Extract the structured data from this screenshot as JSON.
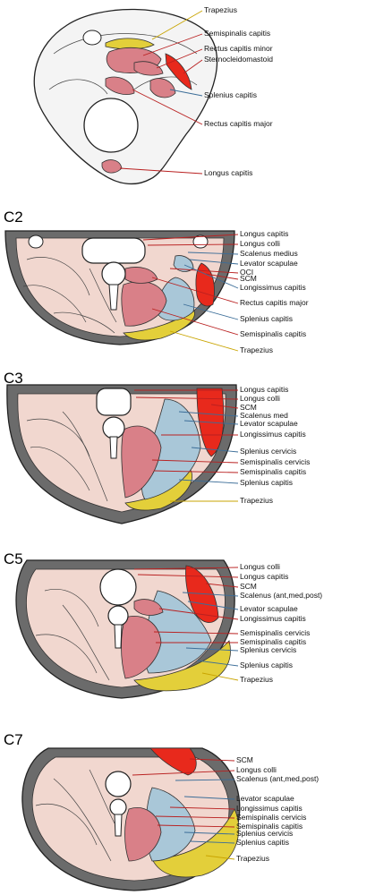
{
  "colors": {
    "trapezius": "#e3cf3a",
    "scm": "#e8291c",
    "splenius": "#a9c7d8",
    "semispinalis": "#d98088",
    "deep": "#f1d7cf",
    "skin": "#6b6b6b",
    "bone": "#ffffff",
    "lead_red": "#b92020",
    "lead_yellow": "#c9a400",
    "lead_blue": "#3b6d98"
  },
  "sections": [
    {
      "id": "skull",
      "title": "",
      "labels": [
        "Trapezius",
        "Semispinalis capitis",
        "Rectus capitis minor",
        "Sternocleidomastoid",
        "Splenius capitis",
        "Rectus capitis major",
        "Longus capitis"
      ]
    },
    {
      "id": "c2",
      "title": "C2",
      "labels": [
        "Longus capitis",
        "Longus colli",
        "Scalenus medius",
        "Levator scapulae",
        "OCI",
        "SCM",
        "Longissimus capitis",
        "Rectus capitis major",
        "Splenius capitis",
        "Semispinalis capitis",
        "Trapezius"
      ]
    },
    {
      "id": "c3",
      "title": "C3",
      "labels": [
        "Longus capitis",
        "Longus colli",
        "SCM",
        "Scalenus med",
        "Levator scapulae",
        "Longissimus capitis",
        "Splenius cervicis",
        "Semispinalis cervicis",
        "Semispinalis capitis",
        "Splenius capitis",
        "Trapezius"
      ]
    },
    {
      "id": "c5",
      "title": "C5",
      "labels": [
        "Longus colli",
        "Longus capitis",
        "SCM",
        "Scalenus (ant,med,post)",
        "Levator scapulae",
        "Longissimus capitis",
        "Semispinalis cervicis",
        "Semispinalis capitis",
        "Splenius cervicis",
        "Splenius capitis",
        "Trapezius"
      ]
    },
    {
      "id": "c7",
      "title": "C7",
      "labels": [
        "SCM",
        "Longus colli",
        "Scalenus (ant,med,post)",
        "Levator  scapulae",
        "Longissimus capitis",
        "Semispinalis cervicis",
        "Semispinalis capitis",
        "Splenius cervicis",
        "Splenius capitis",
        "Trapezius"
      ]
    }
  ]
}
